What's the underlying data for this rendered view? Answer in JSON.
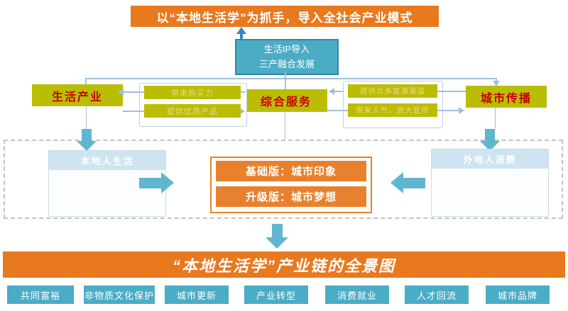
{
  "top_banner": "以“本地生活学”为抓手，导入全社会产业模式",
  "ip_box": {
    "line1": "生活IP导入",
    "line2": "三产融合发展"
  },
  "pillars": {
    "left": "生活产业",
    "center": "综合服务",
    "right": "城市传播"
  },
  "left_links": {
    "top": "带来购买力",
    "bottom": "提供优质产品"
  },
  "right_links": {
    "top": "提供众多客源渠道",
    "bottom": "带来人气，放大宣传"
  },
  "panel": {
    "local_box": "本地人生活",
    "visitor_box": "外地人消费",
    "versions": [
      "基础版：城市印象",
      "升级版：城市梦想"
    ]
  },
  "bottom_banner": "“本地生活学”产业链的全景图",
  "chips": [
    "共同富裕",
    "非物质文化保护",
    "城市更新",
    "产业转型",
    "消费就业",
    "人才回流",
    "城市品牌"
  ],
  "colors": {
    "banner_orange": "#E8791F",
    "version_orange": "#E8812D",
    "olive": "#B9BE04",
    "pillar_text_red": "#C80000",
    "teal": "#4BACC6",
    "arrow_teal": "#5FB6CE",
    "connector_blue": "#A3BEDC",
    "soft_header_blue": "#CEE4F1"
  }
}
